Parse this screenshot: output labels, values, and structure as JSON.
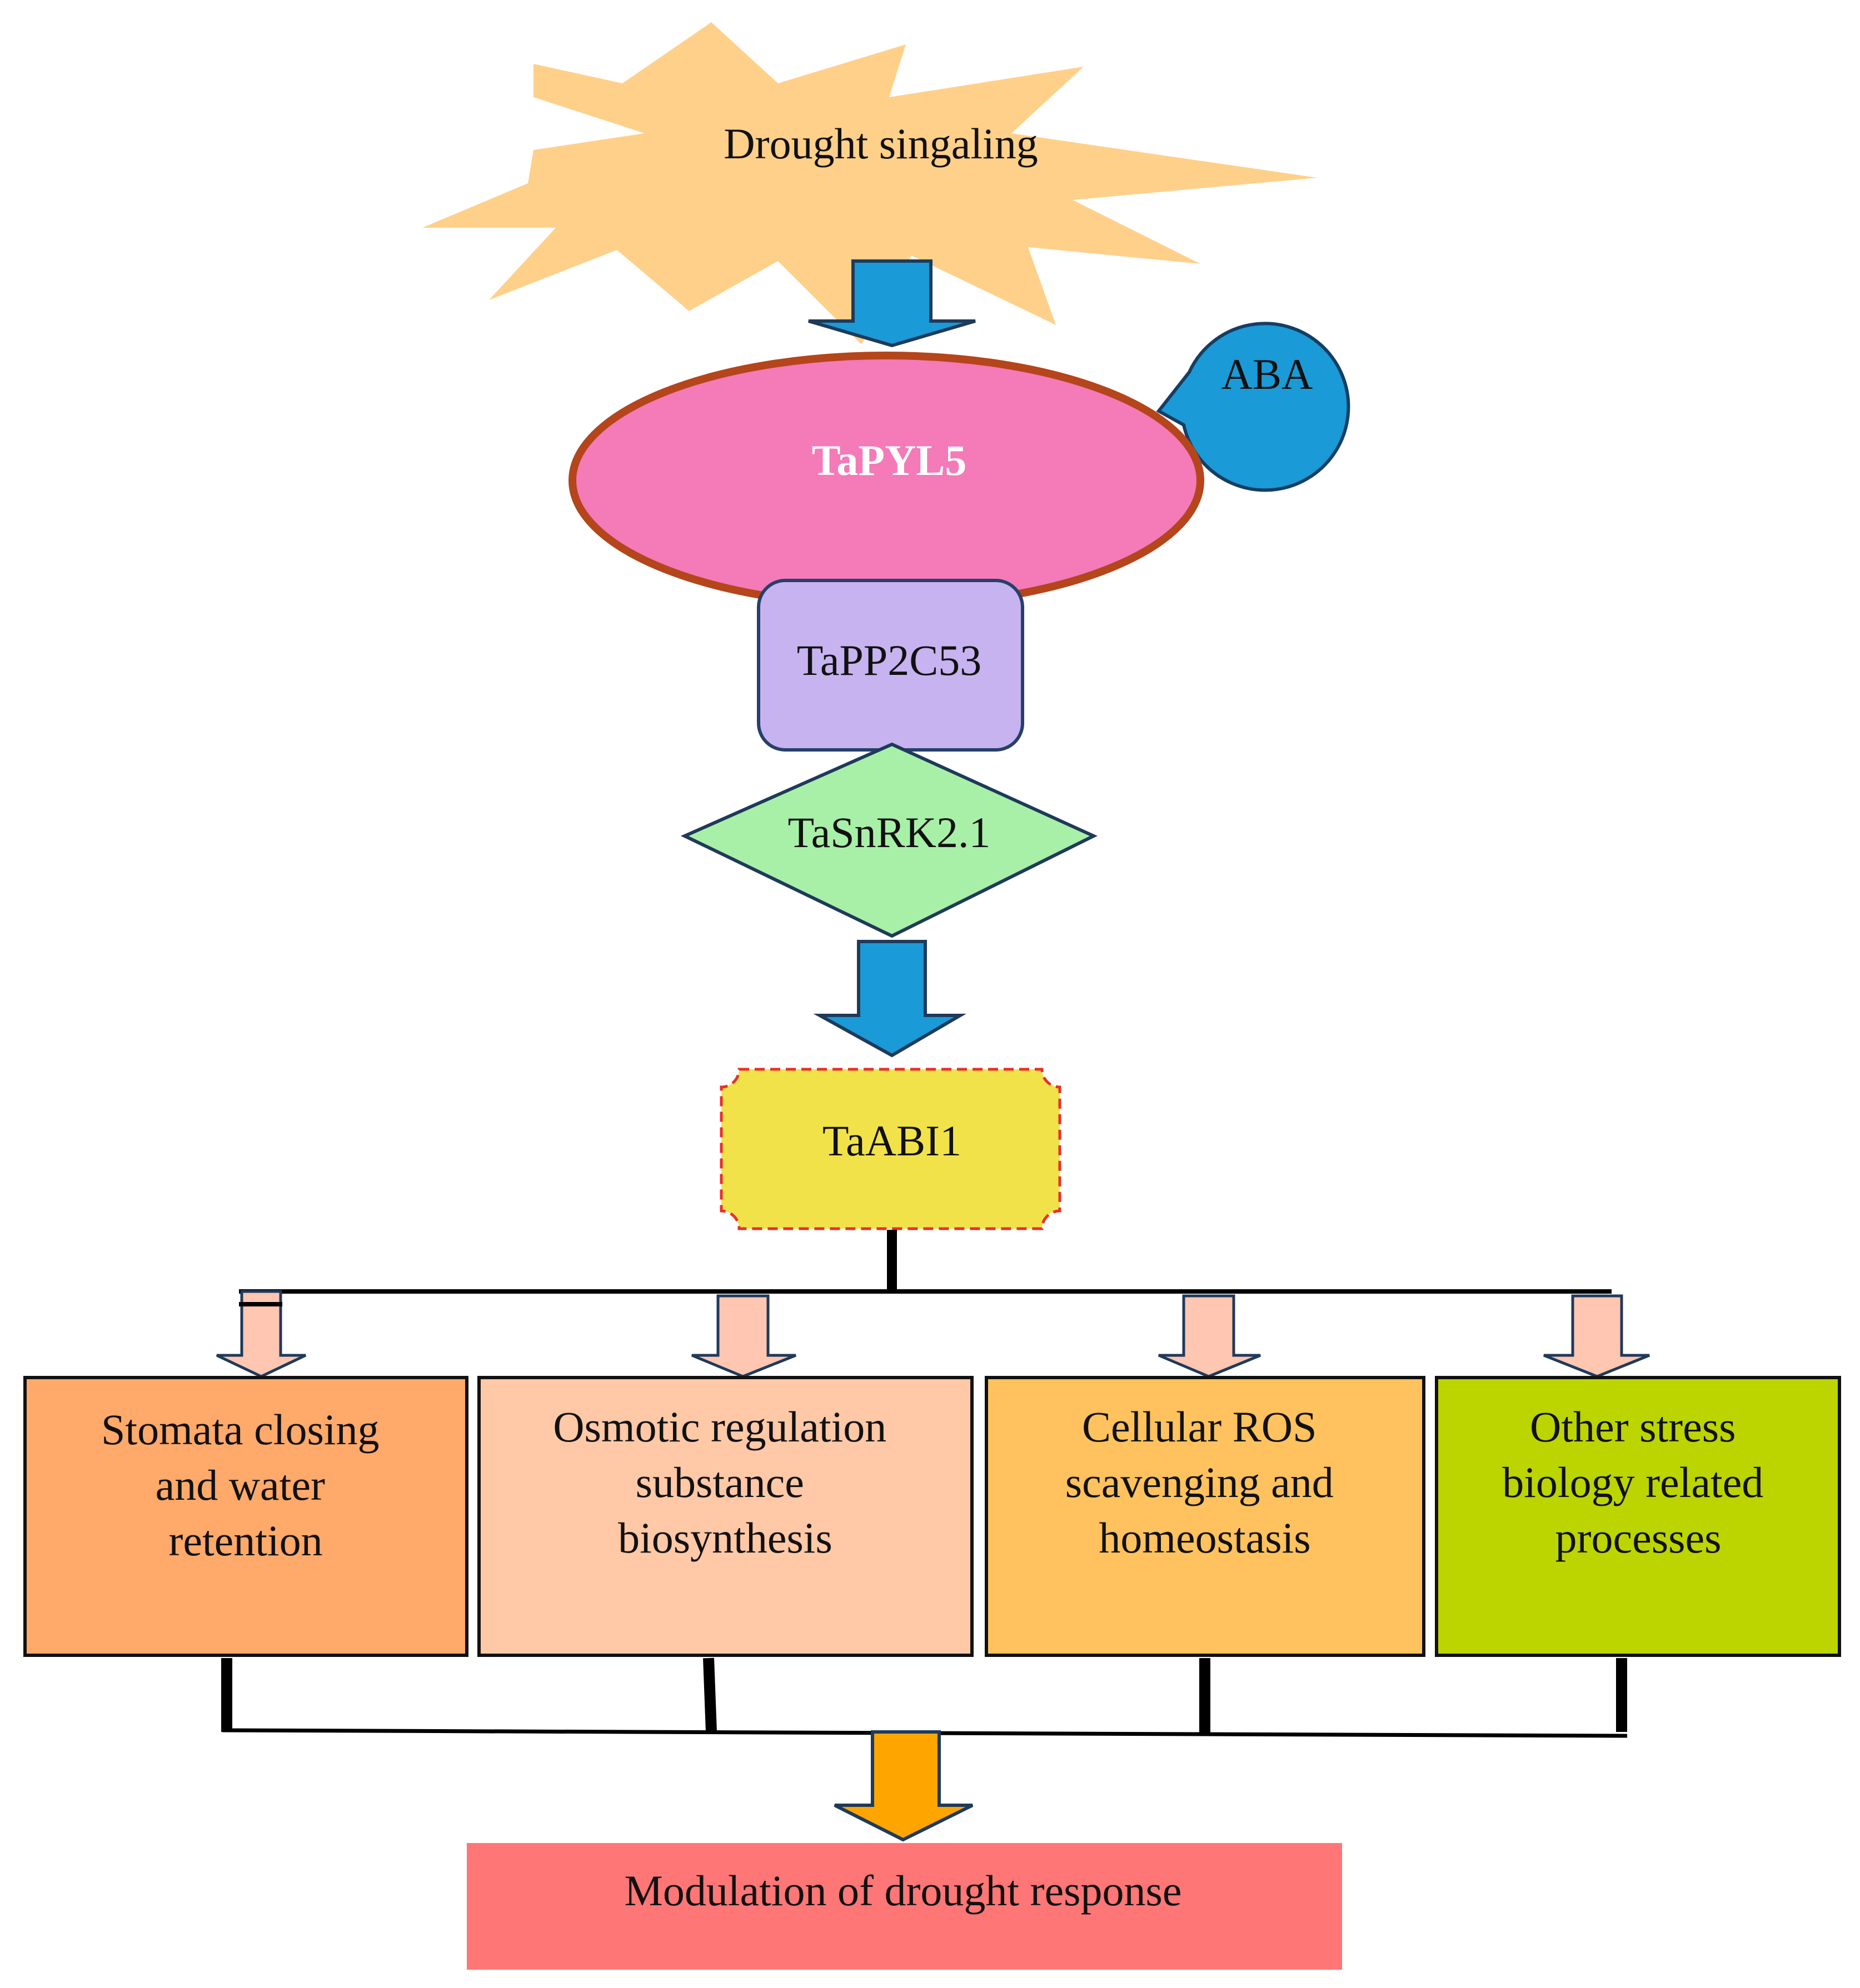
{
  "nodes": {
    "drought": {
      "label": "Drought singaling",
      "color": "#FFD08A"
    },
    "aba": {
      "label": "ABA",
      "color": "#1A9AD6"
    },
    "tapyl5": {
      "label": "TaPYL5",
      "color": "#F47AB8",
      "outline": "#B5451B"
    },
    "tapp2c53": {
      "label": "TaPP2C53",
      "color": "#C7B3F0"
    },
    "tasnrk": {
      "label": "TaSnRK2.1",
      "color": "#A8F0A8"
    },
    "taabi1": {
      "label": "TaABI1",
      "color": "#F2E24A",
      "outline": "#E8302A"
    }
  },
  "processes": [
    {
      "lines": [
        "Stomata closing",
        "and water",
        "retention"
      ],
      "color": "#FFA96A"
    },
    {
      "lines": [
        "Osmotic regulation",
        "substance",
        "biosynthesis"
      ],
      "color": "#FFC8A6"
    },
    {
      "lines": [
        "Cellular ROS",
        "scavenging and",
        "homeostasis"
      ],
      "color": "#FFC25E"
    },
    {
      "lines": [
        "Other stress",
        "biology related",
        "processes"
      ],
      "color": "#BCD400"
    }
  ],
  "outcome": {
    "label": "Modulation of drought response",
    "color": "#FF7676"
  },
  "arrow_colors": {
    "main": "#1A9AD6",
    "branch": "#FFC6B2",
    "final": "#FFA500"
  }
}
